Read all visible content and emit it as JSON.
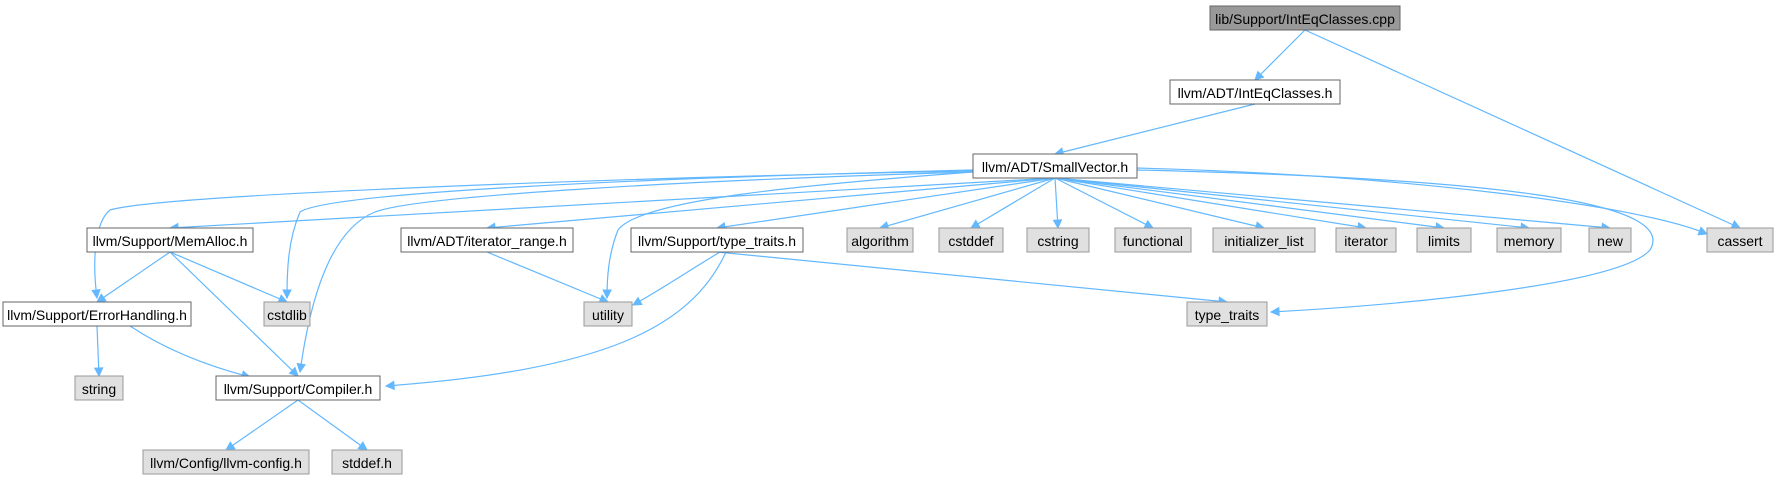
{
  "colors": {
    "edge": "#63b8ff",
    "root_fill": "#999999",
    "root_stroke": "#666666",
    "node_fill": "#ffffff",
    "node_stroke": "#666666",
    "sys_fill": "#e0e0e0",
    "sys_stroke": "#999999"
  },
  "nodes": [
    {
      "id": "root",
      "label": "lib/Support/IntEqClasses.cpp",
      "kind": "root"
    },
    {
      "id": "inteq",
      "label": "llvm/ADT/IntEqClasses.h",
      "kind": "header"
    },
    {
      "id": "smallvec",
      "label": "llvm/ADT/SmallVector.h",
      "kind": "header"
    },
    {
      "id": "memalloc",
      "label": "llvm/Support/MemAlloc.h",
      "kind": "header"
    },
    {
      "id": "cstdlib",
      "label": "cstdlib",
      "kind": "system"
    },
    {
      "id": "iterrange",
      "label": "llvm/ADT/iterator_range.h",
      "kind": "header"
    },
    {
      "id": "typetraitsh",
      "label": "llvm/Support/type_traits.h",
      "kind": "header"
    },
    {
      "id": "algorithm",
      "label": "algorithm",
      "kind": "system"
    },
    {
      "id": "cstddef",
      "label": "cstddef",
      "kind": "system"
    },
    {
      "id": "cstring",
      "label": "cstring",
      "kind": "system"
    },
    {
      "id": "functional",
      "label": "functional",
      "kind": "system"
    },
    {
      "id": "initlist",
      "label": "initializer_list",
      "kind": "system"
    },
    {
      "id": "iterator",
      "label": "iterator",
      "kind": "system"
    },
    {
      "id": "limits",
      "label": "limits",
      "kind": "system"
    },
    {
      "id": "memory",
      "label": "memory",
      "kind": "system"
    },
    {
      "id": "new",
      "label": "new",
      "kind": "system"
    },
    {
      "id": "cassert",
      "label": "cassert",
      "kind": "system"
    },
    {
      "id": "errhandling",
      "label": "llvm/Support/ErrorHandling.h",
      "kind": "header"
    },
    {
      "id": "utility",
      "label": "utility",
      "kind": "system"
    },
    {
      "id": "typetraits",
      "label": "type_traits",
      "kind": "system"
    },
    {
      "id": "string",
      "label": "string",
      "kind": "system"
    },
    {
      "id": "compiler",
      "label": "llvm/Support/Compiler.h",
      "kind": "header"
    },
    {
      "id": "llvmconfig",
      "label": "llvm/Config/llvm-config.h",
      "kind": "system"
    },
    {
      "id": "stddef",
      "label": "stddef.h",
      "kind": "system"
    }
  ],
  "edges": [
    {
      "from": "root",
      "to": "inteq"
    },
    {
      "from": "root",
      "to": "cassert"
    },
    {
      "from": "inteq",
      "to": "smallvec"
    },
    {
      "from": "smallvec",
      "to": "memalloc"
    },
    {
      "from": "smallvec",
      "to": "cstdlib"
    },
    {
      "from": "smallvec",
      "to": "iterrange"
    },
    {
      "from": "smallvec",
      "to": "typetraitsh"
    },
    {
      "from": "smallvec",
      "to": "algorithm"
    },
    {
      "from": "smallvec",
      "to": "cstddef"
    },
    {
      "from": "smallvec",
      "to": "cstring"
    },
    {
      "from": "smallvec",
      "to": "functional"
    },
    {
      "from": "smallvec",
      "to": "initlist"
    },
    {
      "from": "smallvec",
      "to": "iterator"
    },
    {
      "from": "smallvec",
      "to": "limits"
    },
    {
      "from": "smallvec",
      "to": "memory"
    },
    {
      "from": "smallvec",
      "to": "new"
    },
    {
      "from": "smallvec",
      "to": "cassert"
    },
    {
      "from": "smallvec",
      "to": "errhandling"
    },
    {
      "from": "smallvec",
      "to": "compiler"
    },
    {
      "from": "smallvec",
      "to": "utility"
    },
    {
      "from": "smallvec",
      "to": "typetraits"
    },
    {
      "from": "memalloc",
      "to": "errhandling"
    },
    {
      "from": "memalloc",
      "to": "cstdlib"
    },
    {
      "from": "memalloc",
      "to": "compiler"
    },
    {
      "from": "iterrange",
      "to": "utility"
    },
    {
      "from": "typetraitsh",
      "to": "utility"
    },
    {
      "from": "typetraitsh",
      "to": "typetraits"
    },
    {
      "from": "typetraitsh",
      "to": "compiler"
    },
    {
      "from": "errhandling",
      "to": "string"
    },
    {
      "from": "errhandling",
      "to": "compiler"
    },
    {
      "from": "compiler",
      "to": "llvmconfig"
    },
    {
      "from": "compiler",
      "to": "stddef"
    }
  ]
}
